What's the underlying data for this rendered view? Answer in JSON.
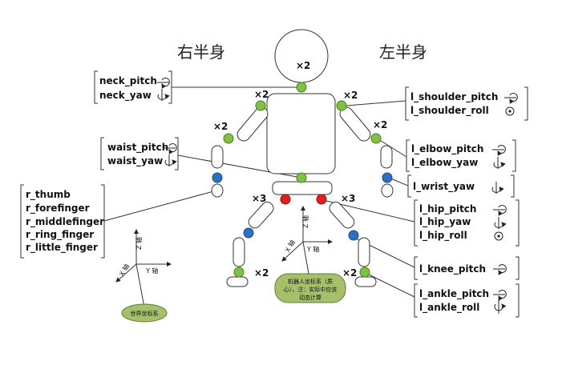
{
  "headings": {
    "right_half": "右半身",
    "left_half": "左半身"
  },
  "multipliers": {
    "head": "×2",
    "l_shoulder": "×2",
    "r_shoulder": "×2",
    "l_elbow": "×2",
    "r_elbow": "×2",
    "r_hip": "×3",
    "l_hip": "×3",
    "r_ankle": "×2",
    "l_ankle": "×2"
  },
  "joint_boxes": {
    "neck": [
      "neck_pitch",
      "neck_yaw"
    ],
    "waist": [
      "waist_pitch",
      "waist_yaw"
    ],
    "right_hand": [
      "r_thumb",
      "r_forefinger",
      "r_middlefinger",
      "r_ring_finger",
      "r_little_finger"
    ],
    "shoulder": [
      "l_shoulder_pitch",
      "l_shoulder_roll"
    ],
    "elbow": [
      "l_elbow_pitch",
      "l_elbow_yaw"
    ],
    "wrist": [
      "l_wrist_yaw"
    ],
    "hip": [
      "l_hip_pitch",
      "l_hip_yaw",
      "l_hip_roll"
    ],
    "knee": [
      "l_knee_pitch"
    ],
    "ankle": [
      "l_ankle_pitch",
      "l_ankle_roll"
    ]
  },
  "world_frame": {
    "label": "世界坐标系",
    "x_axis": "X 轴",
    "y_axis": "Y 轴",
    "z_axis": "Z 轴"
  },
  "robot_frame": {
    "label_lines": [
      "机器人坐标系（质",
      "心），注：实际中应该",
      "动态计算"
    ],
    "x_axis": "X 轴",
    "y_axis": "Y 轴",
    "z_axis": "Z 轴"
  }
}
